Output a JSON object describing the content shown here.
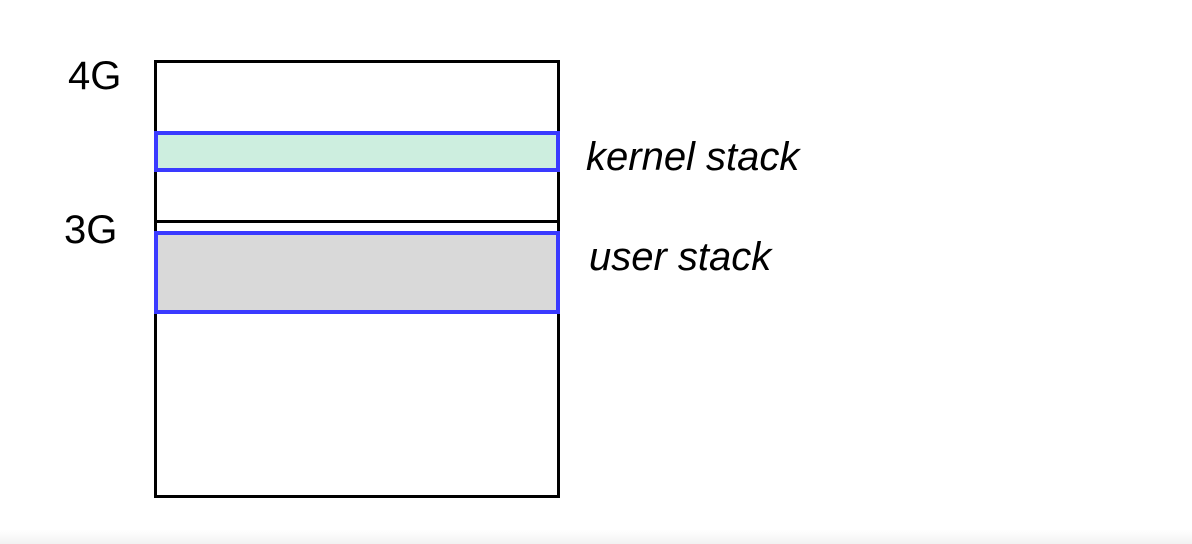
{
  "diagram": {
    "address_labels": {
      "top": "4G",
      "boundary": "3G"
    },
    "regions": {
      "kernel": {
        "label": "kernel stack",
        "fill_color": "#cdeedf",
        "border_color": "#3a3aff"
      },
      "user": {
        "label": "user stack",
        "fill_color": "#d9d9d9",
        "border_color": "#3a3aff"
      }
    }
  }
}
